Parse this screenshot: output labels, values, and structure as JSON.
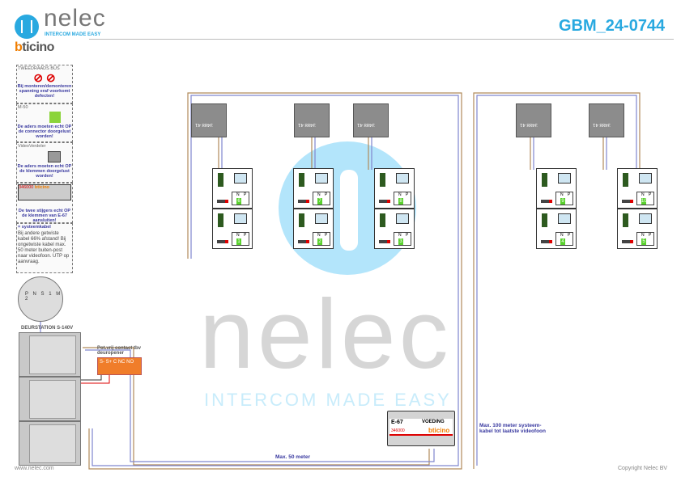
{
  "header": {
    "brand": "nelec",
    "tagline": "INTERCOM MADE EASY",
    "partner_logo": "bticino",
    "document_id": "GBM_24-0744"
  },
  "sidebar": {
    "bus": {
      "title": "TWEEDRAADS BUS",
      "warning": "Bij monteren/demonteren spanning eraf voorkomt defecten!"
    },
    "m50": {
      "title": "M-50",
      "note": "De aders moeten echt OP de connector doorgelust worden!"
    },
    "video_splitter": {
      "title": "VideoVerdeler",
      "note": "De aders moeten echt OP de klemmen doorgelust worden!"
    },
    "e67": {
      "device_code": "346000",
      "brand": "bticino",
      "note": "De twee stijgers echt OP de klemmen van E-67 aansluiten!"
    },
    "cable": {
      "legend": "= systeemkabel",
      "text": "Bij andere getwiste kabel 66% afstand! Bij ongetwiste kabel max. 50 meter buiten-post naar videofoon. UTP op aanvraag."
    }
  },
  "door_station": {
    "title": "DEURSTATION S-140V",
    "terminals": [
      "P",
      "N",
      "S",
      "1",
      "M",
      "2"
    ]
  },
  "relay": {
    "title": "Pot.vrij contact tbv deuropener",
    "terminals": "S- S+ C NC NO"
  },
  "switchers": [
    {
      "label": "3488 41"
    },
    {
      "label": "3488 41"
    },
    {
      "label": "3488 41"
    },
    {
      "label": "3488 41"
    },
    {
      "label": "3488 41"
    }
  ],
  "monitors": [
    {
      "top": "6",
      "bottom": "1"
    },
    {
      "top": "7",
      "bottom": "2"
    },
    {
      "top": "8",
      "bottom": "3"
    },
    {
      "top": "9",
      "bottom": "4"
    },
    {
      "top": "10",
      "bottom": "5"
    }
  ],
  "monitor_labels": {
    "n": "N",
    "p": "P"
  },
  "power_supply": {
    "model": "E-67",
    "type": "VOEDING",
    "code": "346000",
    "brand": "bticino"
  },
  "notes": {
    "max50": "Max. 50 meter",
    "max100": "Max. 100 meter systeem-kabel tot laatste videofoon"
  },
  "watermark": {
    "brand": "nelec",
    "tagline": "INTERCOM MADE EASY"
  },
  "footer": {
    "website": "www.nelec.com",
    "copyright": "Copyright Nelec BV"
  }
}
